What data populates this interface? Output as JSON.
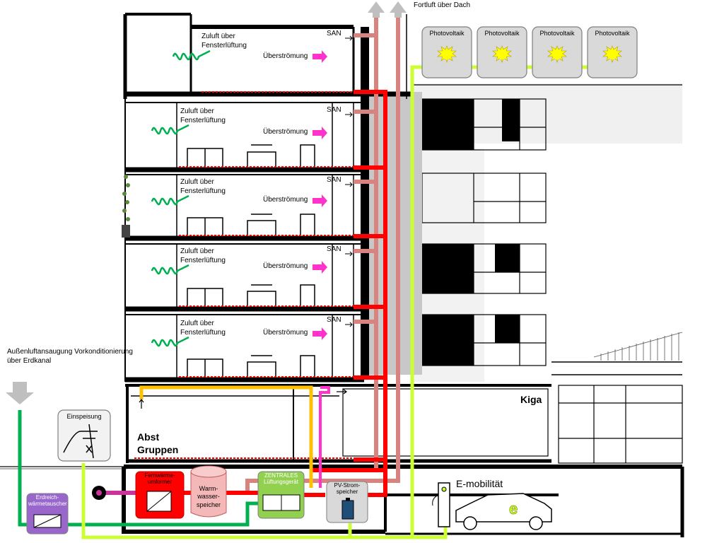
{
  "labels": {
    "fortluft": "Fortluft über Dach",
    "aussenluft": "Außenluftansaugung Vorkonditionierung über Erdkanal",
    "zuluft": "Zuluft über Fensterlüftung",
    "ueberstroemung": "Überströmung",
    "san": "SAN",
    "kiga": "Kiga",
    "abst": "Abst",
    "gruppen": "Gruppen",
    "emobilitaet": "E-mobilität"
  },
  "photovoltaik": [
    "Photovoltaik",
    "Photovoltaik",
    "Photovoltaik",
    "Photovoltaik"
  ],
  "equipment": {
    "einspeisung": "Einspeisung",
    "erdreich": "Erdreich-wärmetauscher",
    "fernwaerme": "Fernwärme-umformer",
    "warmwasser": "Warm-wasser-speicher",
    "lueftung": "ZENTRALES Lüftungsgerät",
    "pv_speicher": "PV-Strom-speicher"
  },
  "colors": {
    "supply_red": "#ff0000",
    "exhaust_pink": "#d9837e",
    "overflow_magenta": "#ff33cc",
    "outdoor_green": "#00b050",
    "pv_lime": "#ccff33",
    "heating_orange": "#ffc000",
    "district_magenta": "#cc3399"
  }
}
